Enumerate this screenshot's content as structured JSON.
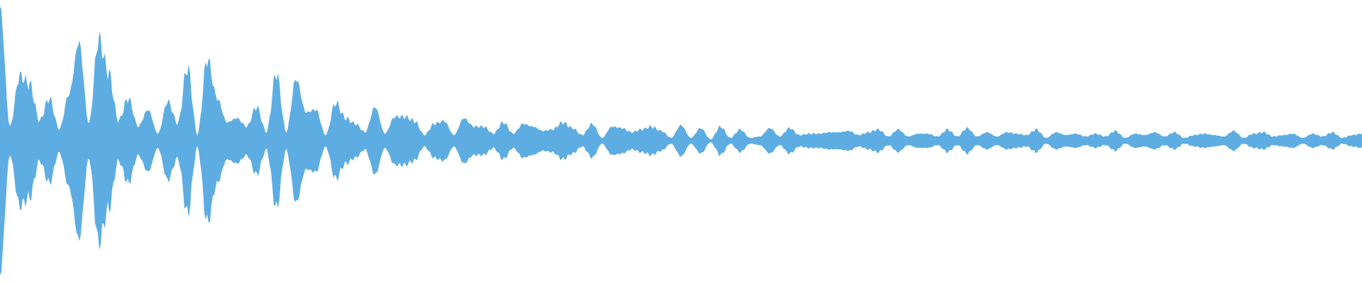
{
  "waveform": {
    "color": "#5dade2",
    "background": "#ffffff",
    "envelope": [
      0.95,
      0.1,
      0.46,
      0.4,
      0.14,
      0.3,
      0.08,
      0.33,
      0.7,
      0.12,
      0.72,
      0.48,
      0.14,
      0.3,
      0.1,
      0.22,
      0.05,
      0.28,
      0.12,
      0.52,
      0.04,
      0.58,
      0.3,
      0.13,
      0.16,
      0.1,
      0.24,
      0.06,
      0.48,
      0.06,
      0.44,
      0.2,
      0.22,
      0.04,
      0.27,
      0.16,
      0.12,
      0.06,
      0.24,
      0.05,
      0.17,
      0.17,
      0.14,
      0.04,
      0.12,
      0.14,
      0.04,
      0.16,
      0.1,
      0.1,
      0.05,
      0.13,
      0.05,
      0.12,
      0.1,
      0.07,
      0.08,
      0.13,
      0.09,
      0.04,
      0.12,
      0.02,
      0.1,
      0.09,
      0.06,
      0.08,
      0.1,
      0.07,
      0.02,
      0.11,
      0.02,
      0.09,
      0.01,
      0.1,
      0.02,
      0.08,
      0.02,
      0.03,
      0.09,
      0.03,
      0.09,
      0.04,
      0.05,
      0.05,
      0.06,
      0.06,
      0.07,
      0.04,
      0.06,
      0.08,
      0.03,
      0.08,
      0.03,
      0.05,
      0.05,
      0.03,
      0.08,
      0.03,
      0.09,
      0.03,
      0.06,
      0.03,
      0.06,
      0.05,
      0.04,
      0.08,
      0.02,
      0.06,
      0.04,
      0.05,
      0.03,
      0.05,
      0.03,
      0.07,
      0.02,
      0.05,
      0.04,
      0.06,
      0.03,
      0.06,
      0.02,
      0.04,
      0.05,
      0.04,
      0.03,
      0.07,
      0.02,
      0.05,
      0.06,
      0.03,
      0.04,
      0.05,
      0.02,
      0.05,
      0.03,
      0.06,
      0.02,
      0.04,
      0.05
    ]
  }
}
